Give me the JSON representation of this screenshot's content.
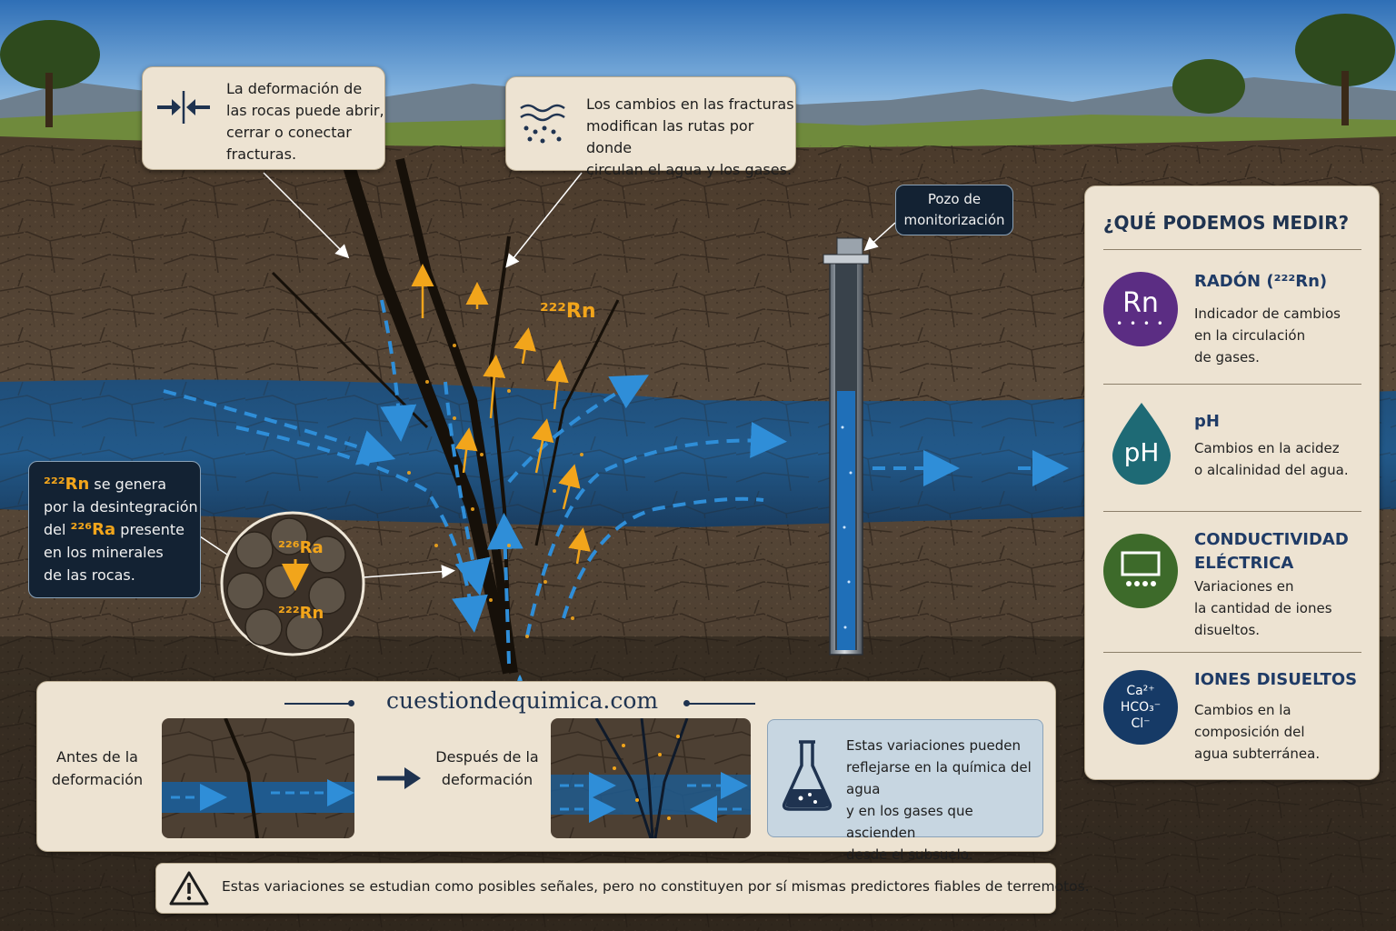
{
  "callouts": {
    "deformation": [
      "La deformación de",
      "las rocas puede abrir,",
      "cerrar o conectar",
      "fracturas."
    ],
    "fractures": [
      "Los cambios en las fracturas",
      "modifican las rutas por donde",
      "circulan el agua y los gases."
    ],
    "well": [
      "Pozo de",
      "monitorización"
    ],
    "radon_label": "²²²Rn",
    "radon_origin": {
      "line1_isotope": "²²²Rn",
      "line1_rest": " se genera",
      "line2": "por la desintegración",
      "line3_pre": "del ",
      "line3_isotope": "²²⁶Ra",
      "line3_rest": " presente",
      "line4": "en los minerales",
      "line5": "de las rocas."
    },
    "zoom_top": "²²⁶Ra",
    "zoom_bottom": "²²²Rn"
  },
  "measure": {
    "title": "¿QUÉ PODEMOS MEDIR?",
    "items": [
      {
        "icon_text": "Rn",
        "name": "RADÓN (²²²Rn)",
        "desc": [
          "Indicador de cambios",
          "en la circulación",
          "de gases."
        ],
        "color": "#5b2d83",
        "icon": "radon-icon"
      },
      {
        "icon_text": "pH",
        "name": "pH",
        "desc": [
          "Cambios en la acidez",
          "o alcalinidad del agua."
        ],
        "color": "#1e6a75",
        "icon": "water-drop-icon"
      },
      {
        "icon_text": "",
        "name": [
          "CONDUCTIVIDAD",
          "ELÉCTRICA"
        ],
        "desc": [
          "Variaciones en",
          "la cantidad de iones",
          "disueltos."
        ],
        "color": "#3d6a2a",
        "icon": "conductivity-meter-icon"
      },
      {
        "icon_text": [
          "Ca²⁺",
          "HCO₃⁻",
          "Cl⁻"
        ],
        "name": "IONES DISUELTOS",
        "desc": [
          "Cambios en la",
          "composición del",
          "agua subterránea."
        ],
        "color": "#163a66",
        "icon": "ions-icon"
      }
    ]
  },
  "bottom": {
    "site": "cuestiondequimica.com",
    "before": [
      "Antes de la",
      "deformación"
    ],
    "after": [
      "Después de la",
      "deformación"
    ],
    "note": [
      "Estas variaciones pueden",
      "reflejarse en la química del agua",
      "y en los gases que ascienden",
      "desde el subsuelo."
    ]
  },
  "warning": "Estas variaciones se estudian como posibles señales, pero no constituyen por sí mismas predictores fiables de terremotos.",
  "colors": {
    "water": "#1f5f96",
    "radon": "#f2a51b",
    "navy": "#1f3350"
  }
}
